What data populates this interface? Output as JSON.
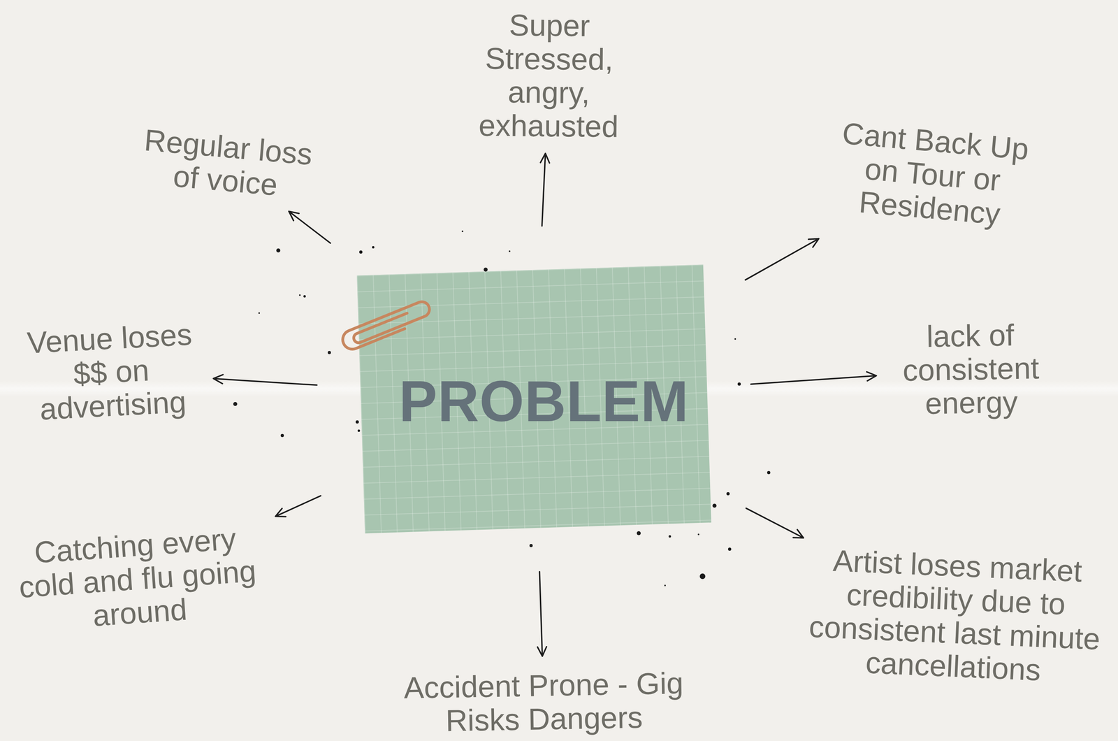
{
  "diagram": {
    "nodes": [
      {
        "text": [
          "PROBLEM"
        ]
      },
      {
        "text": [
          "Super Stressed, angry, exhausted"
        ]
      },
      {
        "text": [
          "Cant Back Up on Tour or Residency"
        ]
      },
      {
        "text": [
          "lack of consistent energy"
        ]
      },
      {
        "text": [
          "Artist loses market credibility due to consistent last minute cancellations"
        ]
      },
      {
        "text": [
          "Accident Prone - Gig Risks Dangers"
        ]
      },
      {
        "text": [
          "Catching every cold and flu going around"
        ]
      },
      {
        "text": [
          "Venue loses $$ on advertising"
        ]
      },
      {
        "text": [
          "Regular loss of voice"
        ]
      }
    ],
    "edges": [
      {
        "from": 0,
        "to": 1,
        "arrow": "to"
      },
      {
        "from": 0,
        "to": 2,
        "arrow": "to"
      },
      {
        "from": 0,
        "to": 3,
        "arrow": "to"
      },
      {
        "from": 0,
        "to": 4,
        "arrow": "to"
      },
      {
        "from": 0,
        "to": 5,
        "arrow": "to"
      },
      {
        "from": 0,
        "to": 6,
        "arrow": "to"
      },
      {
        "from": 0,
        "to": 7,
        "arrow": "to"
      },
      {
        "from": 0,
        "to": 8,
        "arrow": "to"
      }
    ]
  }
}
